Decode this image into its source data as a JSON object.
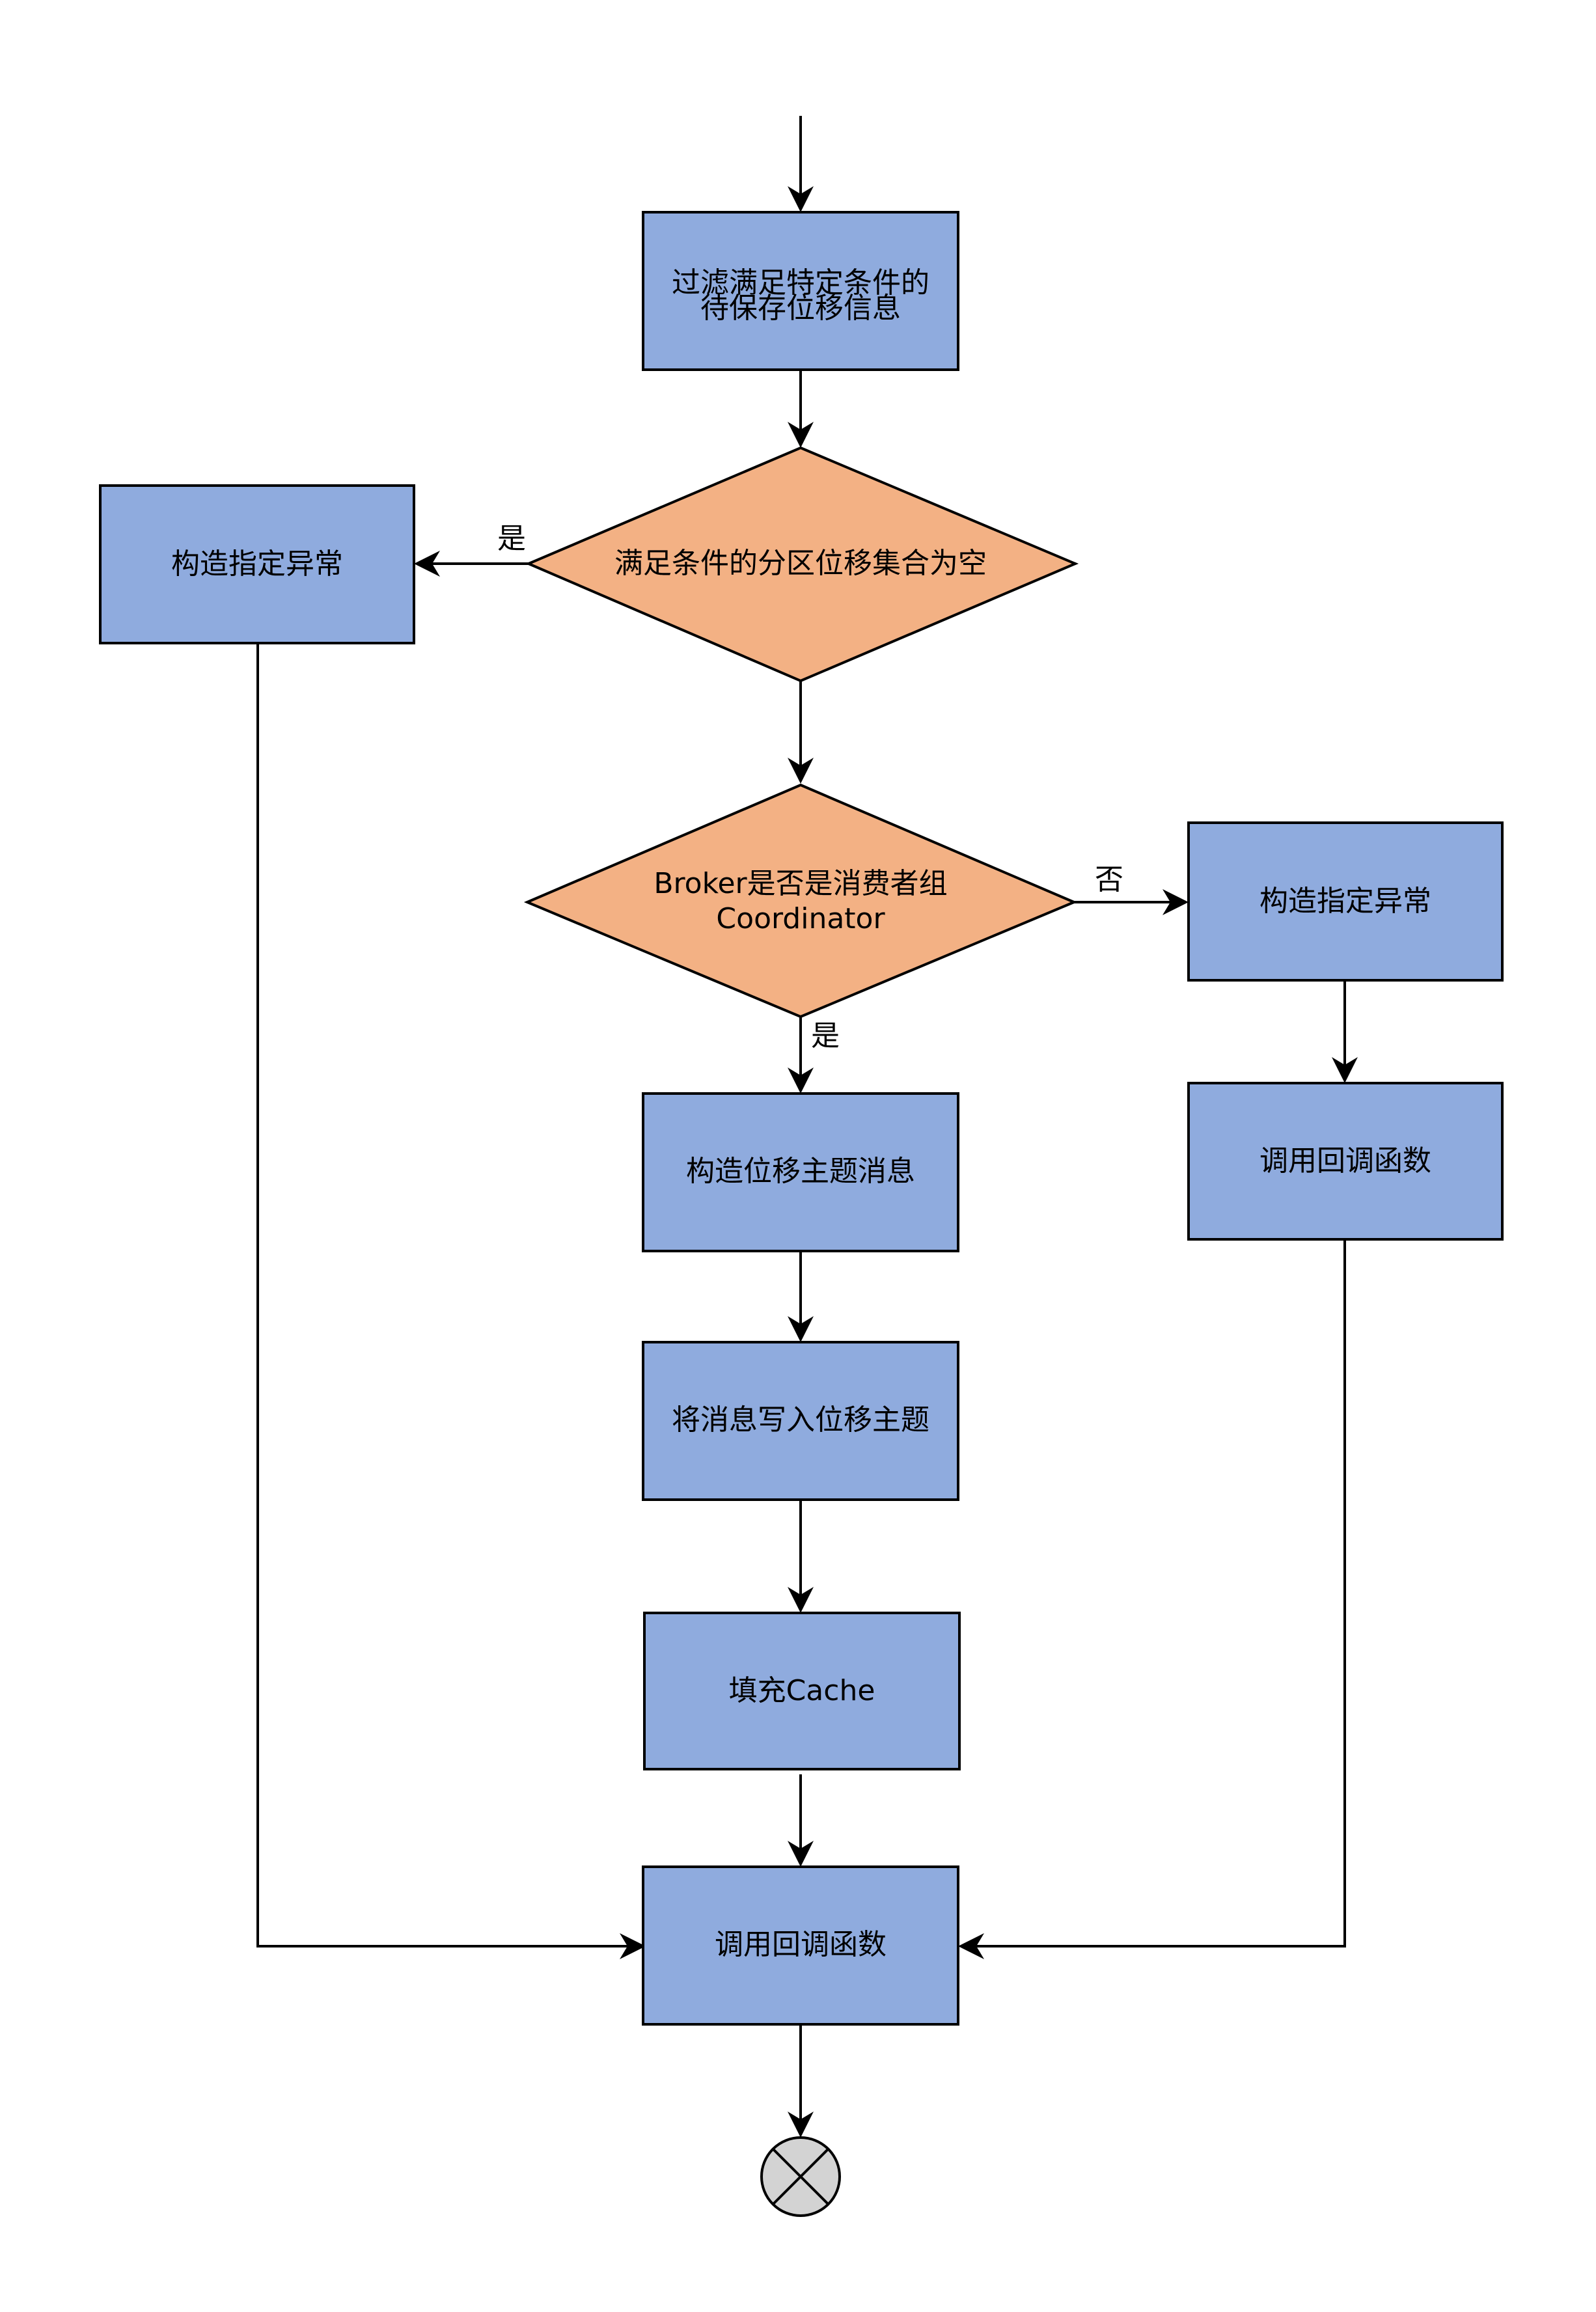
{
  "colors": {
    "process_fill": "#8fabde",
    "decision_fill": "#f3b184",
    "terminator_fill": "#d3d3d3",
    "stroke": "#000000"
  },
  "nodes": {
    "filter": {
      "line1": "过滤满足特定条件的",
      "line2": "待保存位移信息"
    },
    "decision_empty": {
      "label": "满足条件的分区位移集合为空"
    },
    "exception_left": {
      "label": "构造指定异常"
    },
    "decision_broker": {
      "line1": "Broker是否是消费者组",
      "line2": "Coordinator"
    },
    "exception_right": {
      "label": "构造指定异常"
    },
    "callback_right": {
      "label": "调用回调函数"
    },
    "build_message": {
      "label": "构造位移主题消息"
    },
    "write_message": {
      "label": "将消息写入位移主题"
    },
    "fill_cache": {
      "label": "填充Cache"
    },
    "callback_final": {
      "label": "调用回调函数"
    }
  },
  "edges": {
    "empty_yes": "是",
    "broker_no": "否",
    "broker_yes": "是"
  },
  "end_icon": "circle-x-terminator-icon"
}
